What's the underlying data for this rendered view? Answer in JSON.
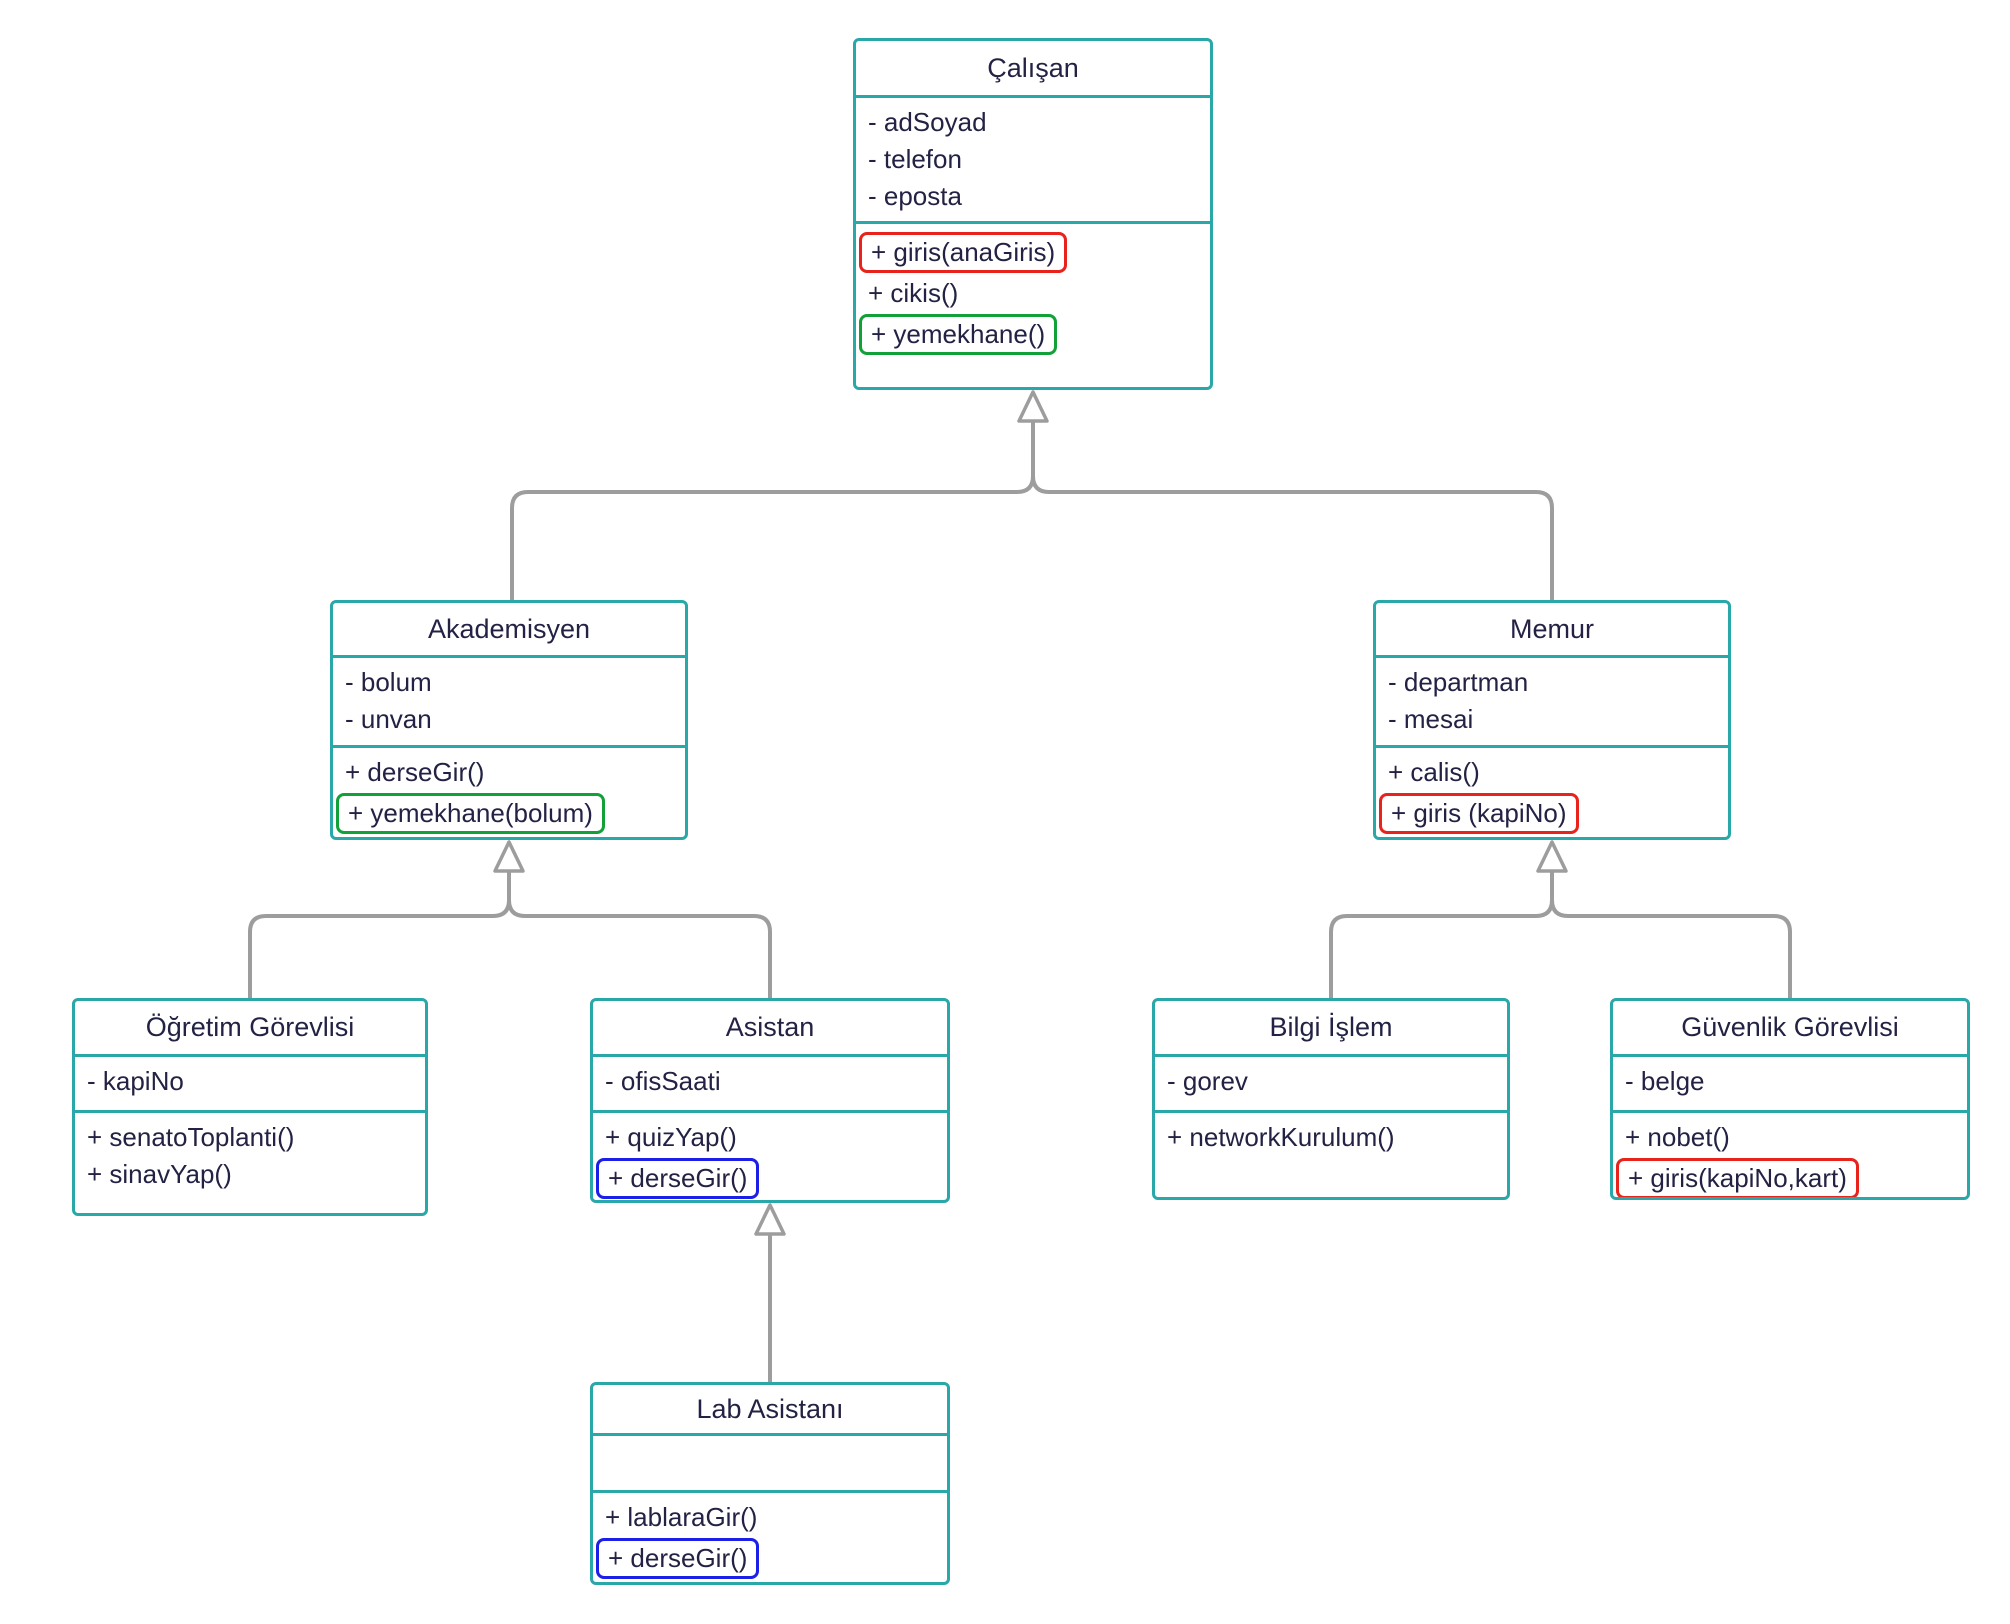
{
  "diagram": {
    "type": "uml-class-diagram",
    "classes": [
      {
        "id": "calisan",
        "title": "Çalışan",
        "attributes": [
          "- adSoyad",
          "- telefon",
          "- eposta"
        ],
        "methods": [
          {
            "text": "+ giris(anaGiris)",
            "highlight": "red"
          },
          {
            "text": "+ cikis()",
            "highlight": null
          },
          {
            "text": "+ yemekhane()",
            "highlight": "green"
          }
        ]
      },
      {
        "id": "akademisyen",
        "title": "Akademisyen",
        "attributes": [
          "- bolum",
          "- unvan"
        ],
        "methods": [
          {
            "text": "+ derseGir()",
            "highlight": null
          },
          {
            "text": "+ yemekhane(bolum)",
            "highlight": "green"
          }
        ]
      },
      {
        "id": "memur",
        "title": "Memur",
        "attributes": [
          "- departman",
          "- mesai"
        ],
        "methods": [
          {
            "text": "+ calis()",
            "highlight": null
          },
          {
            "text": "+ giris (kapiNo)",
            "highlight": "red"
          }
        ]
      },
      {
        "id": "ogretim-gorevlisi",
        "title": "Öğretim Görevlisi",
        "attributes": [
          "- kapiNo"
        ],
        "methods": [
          {
            "text": "+ senatoToplanti()",
            "highlight": null
          },
          {
            "text": "+ sinavYap()",
            "highlight": null
          }
        ]
      },
      {
        "id": "asistan",
        "title": "Asistan",
        "attributes": [
          "- ofisSaati"
        ],
        "methods": [
          {
            "text": "+ quizYap()",
            "highlight": null
          },
          {
            "text": "+ derseGir()",
            "highlight": "blue"
          }
        ]
      },
      {
        "id": "bilgi-islem",
        "title": "Bilgi İşlem",
        "attributes": [
          "- gorev"
        ],
        "methods": [
          {
            "text": "+ networkKurulum()",
            "highlight": null
          }
        ]
      },
      {
        "id": "guvenlik-gorevlisi",
        "title": "Güvenlik Görevlisi",
        "attributes": [
          "- belge"
        ],
        "methods": [
          {
            "text": "+ nobet()",
            "highlight": null
          },
          {
            "text": "+ giris(kapiNo,kart)",
            "highlight": "red"
          }
        ]
      },
      {
        "id": "lab-asistani",
        "title": "Lab Asistanı",
        "attributes": [],
        "methods": [
          {
            "text": "+ lablaraGir()",
            "highlight": null
          },
          {
            "text": "+ derseGir()",
            "highlight": "blue"
          }
        ]
      }
    ],
    "relationships": [
      {
        "from": "Akademisyen",
        "to": "Çalışan",
        "type": "inheritance"
      },
      {
        "from": "Memur",
        "to": "Çalışan",
        "type": "inheritance"
      },
      {
        "from": "Öğretim Görevlisi",
        "to": "Akademisyen",
        "type": "inheritance"
      },
      {
        "from": "Asistan",
        "to": "Akademisyen",
        "type": "inheritance"
      },
      {
        "from": "Bilgi İşlem",
        "to": "Memur",
        "type": "inheritance"
      },
      {
        "from": "Güvenlik Görevlisi",
        "to": "Memur",
        "type": "inheritance"
      },
      {
        "from": "Lab Asistanı",
        "to": "Asistan",
        "type": "inheritance"
      }
    ],
    "colors": {
      "box_border": "#2AA7A8",
      "text": "#232244",
      "connector": "#9D9D9D",
      "highlight_red": "#E8231C",
      "highlight_green": "#12A038",
      "highlight_blue": "#1B1FE8",
      "background": "#FFFFFF"
    }
  }
}
